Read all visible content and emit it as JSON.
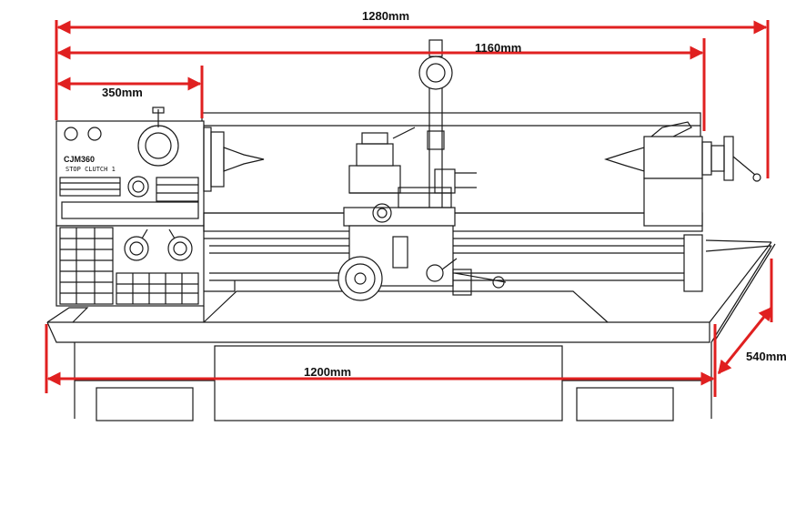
{
  "dimensions": {
    "overall_length": "1280mm",
    "center_distance": "1160mm",
    "headstock_length": "350mm",
    "stand_length": "1200mm",
    "stand_depth": "540mm"
  },
  "machine": {
    "brand_plate": "CJM360",
    "plate_subtitle": "STOP CLUTCH 1"
  },
  "colors": {
    "dimension_line": "#e02020",
    "drawing_line": "#1a1a1a"
  }
}
